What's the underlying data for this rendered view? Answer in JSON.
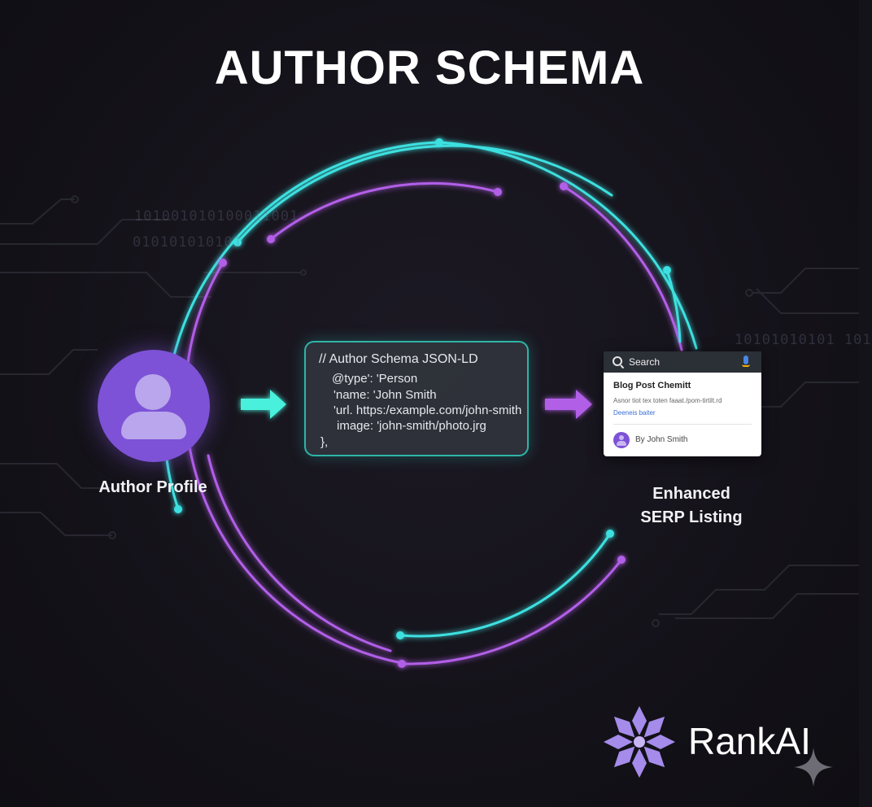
{
  "title": "AUTHOR SCHEMA",
  "background": {
    "binary_lines": [
      "101001010100011001",
      "010101010101",
      "10101010101 101"
    ]
  },
  "author_node": {
    "icon": "user-icon",
    "label": "Author Profile"
  },
  "code_block": {
    "lines": [
      "// Author Schema JSON-LD",
      "@type': 'Person",
      "'name: 'John Smith",
      "'url. https:/example.com/john-smith",
      "image: 'john-smith/photo.jrg",
      "},"
    ]
  },
  "serp_card": {
    "search_label": "Search",
    "result_title": "Blog Post Chemitt",
    "result_desc": "Asnor tiot tex toten faaat./pom-tirtilt.rd",
    "result_link": "Deeneis baiter",
    "author_byline": "By John Smith"
  },
  "serp_node": {
    "label_line1": "Enhanced",
    "label_line2": "SERP Listing"
  },
  "logo": {
    "name": "RankAI",
    "icon": "rankai-logo-icon"
  },
  "colors": {
    "background": "#15131a",
    "cyan": "#3ee0e0",
    "purple": "#b25ee8",
    "avatar_purple": "#7d52d6",
    "code_border": "#2fb4a8"
  }
}
